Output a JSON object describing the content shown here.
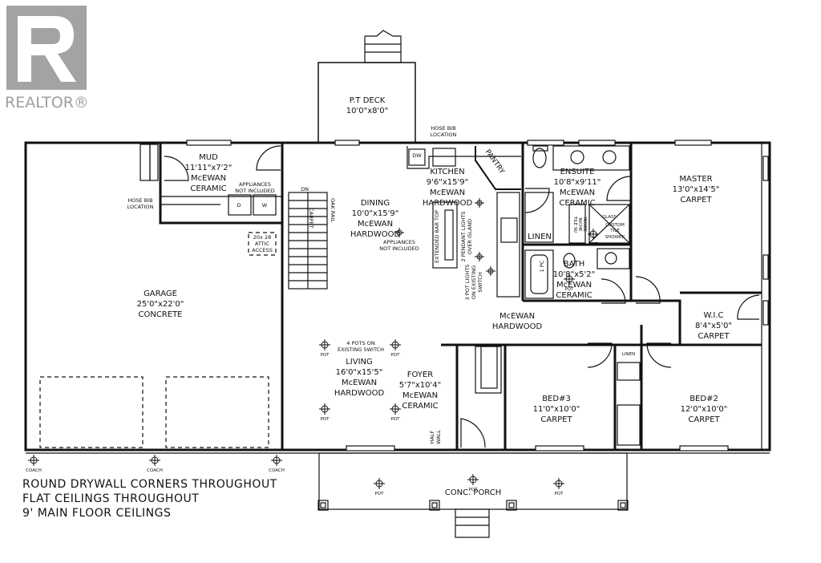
{
  "logo": {
    "brand": "REALTOR®",
    "color": "#9e9e9e"
  },
  "rooms": {
    "deck": {
      "name": "P.T DECK",
      "size": "10'0\"x8'0\""
    },
    "mud": {
      "name": "MUD",
      "size": "11'11\"x7'2\"",
      "floor": "CERAMIC"
    },
    "kitchen": {
      "name": "KITCHEN",
      "size": "9'6\"x15'9\"",
      "floor1": "McEWAN",
      "floor2": "HARDWOOD"
    },
    "pantry": "PANTRY",
    "ensuite": {
      "name": "ENSUITE",
      "size": "10'8\"x9'11\"",
      "floor1": "McEWAN",
      "floor2": "CERAMIC"
    },
    "master": {
      "name": "MASTER",
      "size": "13'0\"x14'5\"",
      "floor": "CARPET"
    },
    "dining": {
      "name": "DINING",
      "size": "10'0\"x15'9\"",
      "floor1": "McEWAN",
      "floor2": "HARDWOOD"
    },
    "linen_large": "LINEN",
    "bath": {
      "name": "BATH",
      "size": "10'8\"x5'2\"",
      "floor1": "McEWAN",
      "floor2": "CERAMIC"
    },
    "garage": {
      "name": "GARAGE",
      "size": "25'0\"x22'0\"",
      "floor": "CONCRETE"
    },
    "hall": {
      "floor1": "McEWAN",
      "floor2": "HARDWOOD"
    },
    "wic": {
      "name": "W.I.C",
      "size": "8'4\"x5'0\"",
      "floor": "CARPET"
    },
    "living": {
      "name": "LIVING",
      "size": "16'0\"x15'5\"",
      "floor1": "McEWAN",
      "floor2": "HARDWOOD"
    },
    "foyer": {
      "name": "FOYER",
      "size": "5'7\"x10'4\"",
      "floor1": "McEWAN",
      "floor2": "CERAMIC"
    },
    "bed3": {
      "name": "BED#3",
      "size": "11'0\"x10'0\"",
      "floor": "CARPET"
    },
    "bed2": {
      "name": "BED#2",
      "size": "12'0\"x10'0\"",
      "floor": "CARPET"
    },
    "linen_small": "LINEN",
    "porch": {
      "name": "CONC. PORCH"
    }
  },
  "fixtures": {
    "hose_bib_top": [
      "HOSE BIB",
      "LOCATION"
    ],
    "hose_bib_left": [
      "HOSE BIB",
      "LOCATION"
    ],
    "mud_appliances": [
      "APPLIANCES",
      "NOT INCLUDED"
    ],
    "dryer": "D",
    "washer": "W",
    "attic": [
      "20x 28",
      "ATTIC",
      "ACCESS"
    ],
    "stair_dn": "DN",
    "stair_carpet": "CARPET",
    "oak_rail": "OAK RAIL",
    "dining_appliances": [
      "APPLIANCES",
      "NOT INCLUDED"
    ],
    "dishwasher": "DW",
    "bar_top": "EXTENDED BAR TOP",
    "pendants": [
      "2 PENDANT LIGHTS",
      "OVER ISLAND"
    ],
    "pot_lights_dining": [
      "3 POT LIGHTS",
      "ON EXISTING",
      "SWITCH"
    ],
    "shower": [
      "GLASS",
      "CUSTOM",
      "TILE",
      "SHOWER"
    ],
    "niche": [
      "TILE W/",
      "NICHE",
      "INSIDE"
    ],
    "tub": "1 PC",
    "living_pots": [
      "4 POTS ON",
      "EXISTING SWITCH"
    ],
    "half_wall": [
      "HALF",
      "WALL"
    ],
    "pot": "POT",
    "coach": "COACH"
  },
  "notes": [
    "ROUND DRYWALL CORNERS THROUGHOUT",
    "FLAT CEILINGS THROUGHOUT",
    "9' MAIN FLOOR CEILINGS"
  ]
}
